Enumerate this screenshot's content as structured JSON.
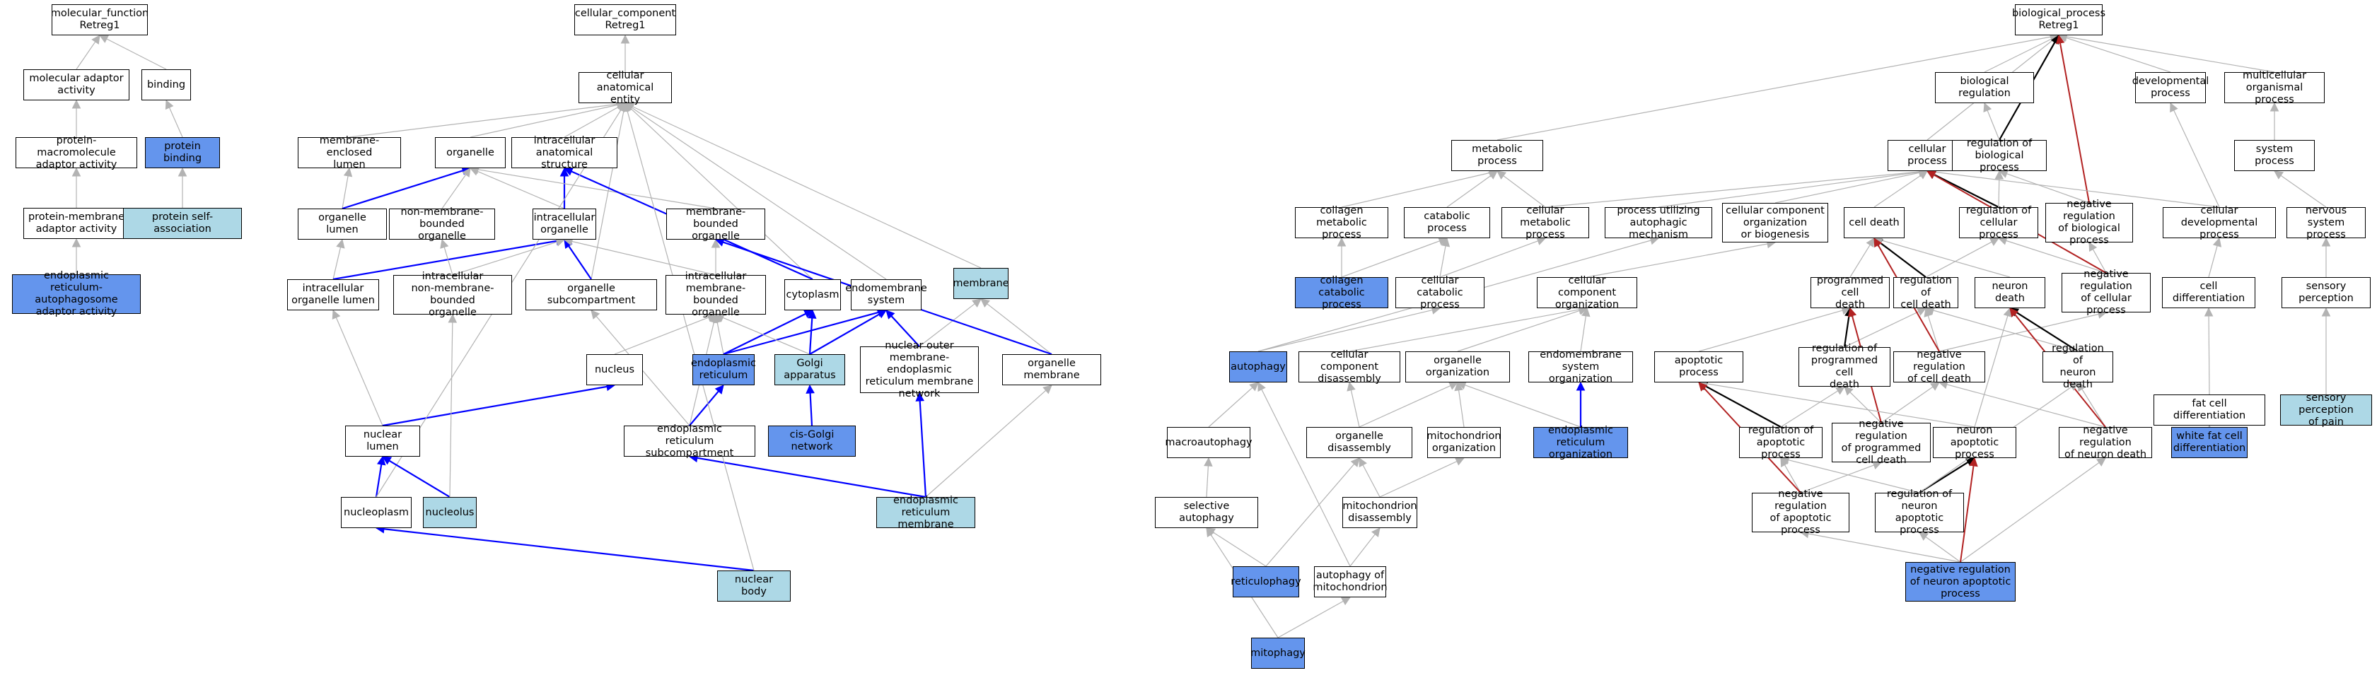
{
  "colors": {
    "node_border": "#000000",
    "annotated": "#6495ed",
    "propagated": "#add8e6",
    "edge_is_a": "#b3b3b3",
    "edge_part_of": "#0000ff",
    "edge_regulates": "#000000",
    "edge_negatively_regulates": "#b22222"
  },
  "nodes": [
    {
      "id": "mf",
      "label": "molecular_function\nRetreg1"
    },
    {
      "id": "mol_adaptor",
      "label": "molecular adaptor\nactivity"
    },
    {
      "id": "binding",
      "label": "binding"
    },
    {
      "id": "prot_macro",
      "label": "protein-macromolecule\nadaptor activity"
    },
    {
      "id": "prot_binding",
      "label": "protein binding",
      "color": "#6495ed"
    },
    {
      "id": "prot_mem_adapt",
      "label": "protein-membrane\nadaptor activity"
    },
    {
      "id": "prot_self",
      "label": "protein self-association",
      "color": "#add8e6"
    },
    {
      "id": "er_autophago",
      "label": "endoplasmic\nreticulum-autophagosome\nadaptor activity",
      "color": "#6495ed"
    },
    {
      "id": "cc",
      "label": "cellular_component\nRetreg1"
    },
    {
      "id": "cae",
      "label": "cellular anatomical\nentity"
    },
    {
      "id": "mem_encl",
      "label": "membrane-enclosed\nlumen"
    },
    {
      "id": "organelle",
      "label": "organelle"
    },
    {
      "id": "ias",
      "label": "intracellular\nanatomical structure"
    },
    {
      "id": "org_lumen",
      "label": "organelle lumen"
    },
    {
      "id": "nmbo",
      "label": "non-membrane-bounded\norganelle"
    },
    {
      "id": "ic_org",
      "label": "intracellular\norganelle"
    },
    {
      "id": "mbo",
      "label": "membrane-bounded\norganelle"
    },
    {
      "id": "ic_org_lumen",
      "label": "intracellular\norganelle lumen"
    },
    {
      "id": "ic_nmbo",
      "label": "intracellular\nnon-membrane-bounded\norganelle"
    },
    {
      "id": "org_sub",
      "label": "organelle subcompartment"
    },
    {
      "id": "ic_mbo",
      "label": "intracellular\nmembrane-bounded\norganelle"
    },
    {
      "id": "cytoplasm",
      "label": "cytoplasm"
    },
    {
      "id": "endomem",
      "label": "endomembrane\nsystem"
    },
    {
      "id": "membrane",
      "label": "membrane",
      "color": "#add8e6"
    },
    {
      "id": "nucleus",
      "label": "nucleus"
    },
    {
      "id": "er",
      "label": "endoplasmic\nreticulum",
      "color": "#6495ed"
    },
    {
      "id": "golgi",
      "label": "Golgi apparatus",
      "color": "#add8e6"
    },
    {
      "id": "nom_er",
      "label": "nuclear outer\nmembrane-endoplasmic\nreticulum membrane\nnetwork"
    },
    {
      "id": "org_mem",
      "label": "organelle membrane"
    },
    {
      "id": "nuc_lumen",
      "label": "nuclear lumen"
    },
    {
      "id": "er_sub",
      "label": "endoplasmic\nreticulum subcompartment"
    },
    {
      "id": "cis_golgi",
      "label": "cis-Golgi network",
      "color": "#6495ed"
    },
    {
      "id": "nucleoplasm",
      "label": "nucleoplasm"
    },
    {
      "id": "nucleolus",
      "label": "nucleolus",
      "color": "#add8e6"
    },
    {
      "id": "er_mem",
      "label": "endoplasmic\nreticulum membrane",
      "color": "#add8e6"
    },
    {
      "id": "nuc_body",
      "label": "nuclear body",
      "color": "#add8e6"
    },
    {
      "id": "bp",
      "label": "biological_process\nRetreg1"
    },
    {
      "id": "bio_reg",
      "label": "biological regulation"
    },
    {
      "id": "dev_proc",
      "label": "developmental\nprocess"
    },
    {
      "id": "multi_org",
      "label": "multicellular\norganismal process"
    },
    {
      "id": "met_proc",
      "label": "metabolic process"
    },
    {
      "id": "cell_proc",
      "label": "cellular process"
    },
    {
      "id": "reg_bio",
      "label": "regulation of\nbiological process"
    },
    {
      "id": "sys_proc",
      "label": "system process"
    },
    {
      "id": "coll_met",
      "label": "collagen metabolic\nprocess"
    },
    {
      "id": "catab",
      "label": "catabolic process"
    },
    {
      "id": "cell_met",
      "label": "cellular metabolic\nprocess"
    },
    {
      "id": "proc_auto",
      "label": "process utilizing\nautophagic mechanism"
    },
    {
      "id": "ccob",
      "label": "cellular component\norganization\nor biogenesis"
    },
    {
      "id": "cell_death",
      "label": "cell death"
    },
    {
      "id": "reg_cell_proc",
      "label": "regulation of\ncellular process"
    },
    {
      "id": "neg_reg_bio",
      "label": "negative regulation\nof biological\nprocess"
    },
    {
      "id": "cell_dev",
      "label": "cellular developmental\nprocess"
    },
    {
      "id": "nerv_sys",
      "label": "nervous system\nprocess"
    },
    {
      "id": "coll_catab",
      "label": "collagen catabolic\nprocess",
      "color": "#6495ed"
    },
    {
      "id": "cell_catab",
      "label": "cellular catabolic\nprocess"
    },
    {
      "id": "cco",
      "label": "cellular component\norganization"
    },
    {
      "id": "prog_death",
      "label": "programmed cell\ndeath"
    },
    {
      "id": "reg_cell_death",
      "label": "regulation of\ncell death"
    },
    {
      "id": "neuron_death",
      "label": "neuron death"
    },
    {
      "id": "neg_reg_cell_proc",
      "label": "negative regulation\nof cellular\nprocess"
    },
    {
      "id": "cell_diff",
      "label": "cell differentiation"
    },
    {
      "id": "sens_perc",
      "label": "sensory perception"
    },
    {
      "id": "autophagy",
      "label": "autophagy",
      "color": "#6495ed"
    },
    {
      "id": "cc_disas",
      "label": "cellular component\ndisassembly"
    },
    {
      "id": "org_org",
      "label": "organelle organization"
    },
    {
      "id": "endomem_org",
      "label": "endomembrane\nsystem organization"
    },
    {
      "id": "apoptotic",
      "label": "apoptotic process"
    },
    {
      "id": "reg_pcd",
      "label": "regulation of\nprogrammed cell\ndeath"
    },
    {
      "id": "neg_reg_cd",
      "label": "negative regulation\nof cell death"
    },
    {
      "id": "reg_nd",
      "label": "regulation of\nneuron death"
    },
    {
      "id": "fat_diff",
      "label": "fat cell differentiation"
    },
    {
      "id": "sens_pain",
      "label": "sensory perception\nof pain",
      "color": "#add8e6"
    },
    {
      "id": "macroauto",
      "label": "macroautophagy"
    },
    {
      "id": "org_disas",
      "label": "organelle disassembly"
    },
    {
      "id": "mito_org",
      "label": "mitochondrion\norganization"
    },
    {
      "id": "er_org",
      "label": "endoplasmic\nreticulum organization",
      "color": "#6495ed"
    },
    {
      "id": "reg_apop",
      "label": "regulation of\napoptotic process"
    },
    {
      "id": "neg_reg_pcd",
      "label": "negative regulation\nof programmed\ncell death"
    },
    {
      "id": "neuron_apop",
      "label": "neuron apoptotic\nprocess"
    },
    {
      "id": "neg_reg_nd",
      "label": "negative regulation\nof neuron death"
    },
    {
      "id": "white_fat",
      "label": "white fat cell\ndifferentiation",
      "color": "#6495ed"
    },
    {
      "id": "sel_auto",
      "label": "selective autophagy"
    },
    {
      "id": "mito_disas",
      "label": "mitochondrion\ndisassembly"
    },
    {
      "id": "neg_reg_apop",
      "label": "negative regulation\nof apoptotic\nprocess"
    },
    {
      "id": "reg_nap",
      "label": "regulation of\nneuron apoptotic\nprocess"
    },
    {
      "id": "reticulophagy",
      "label": "reticulophagy",
      "color": "#6495ed"
    },
    {
      "id": "auto_mito",
      "label": "autophagy of\nmitochondrion"
    },
    {
      "id": "neg_reg_nap",
      "label": "negative regulation\nof neuron apoptotic\nprocess",
      "color": "#6495ed"
    },
    {
      "id": "mitophagy",
      "label": "mitophagy",
      "color": "#6495ed"
    }
  ],
  "edges": [
    [
      "mol_adaptor",
      "mf",
      "is_a"
    ],
    [
      "binding",
      "mf",
      "is_a"
    ],
    [
      "prot_macro",
      "mol_adaptor",
      "is_a"
    ],
    [
      "prot_binding",
      "binding",
      "is_a"
    ],
    [
      "prot_mem_adapt",
      "prot_macro",
      "is_a"
    ],
    [
      "prot_self",
      "prot_binding",
      "is_a"
    ],
    [
      "er_autophago",
      "prot_mem_adapt",
      "is_a"
    ],
    [
      "cae",
      "cc",
      "is_a"
    ],
    [
      "mem_encl",
      "cae",
      "is_a"
    ],
    [
      "organelle",
      "cae",
      "is_a"
    ],
    [
      "ias",
      "cae",
      "is_a"
    ],
    [
      "org_lumen",
      "mem_encl",
      "is_a"
    ],
    [
      "org_lumen",
      "organelle",
      "part_of"
    ],
    [
      "nmbo",
      "organelle",
      "is_a"
    ],
    [
      "ic_org",
      "organelle",
      "is_a"
    ],
    [
      "ic_org",
      "ias",
      "part_of"
    ],
    [
      "mbo",
      "organelle",
      "is_a"
    ],
    [
      "ic_org_lumen",
      "org_lumen",
      "is_a"
    ],
    [
      "ic_org_lumen",
      "ic_org",
      "part_of"
    ],
    [
      "ic_nmbo",
      "nmbo",
      "is_a"
    ],
    [
      "ic_nmbo",
      "ic_org",
      "is_a"
    ],
    [
      "org_sub",
      "cae",
      "is_a"
    ],
    [
      "org_sub",
      "ic_org",
      "part_of"
    ],
    [
      "ic_mbo",
      "mbo",
      "is_a"
    ],
    [
      "ic_mbo",
      "ic_org",
      "is_a"
    ],
    [
      "cytoplasm",
      "cae",
      "is_a"
    ],
    [
      "cytoplasm",
      "ias",
      "part_of"
    ],
    [
      "endomem",
      "cae",
      "is_a"
    ],
    [
      "membrane",
      "cae",
      "is_a"
    ],
    [
      "nucleus",
      "ic_mbo",
      "is_a"
    ],
    [
      "er",
      "ic_mbo",
      "is_a"
    ],
    [
      "er",
      "cytoplasm",
      "part_of"
    ],
    [
      "er",
      "endomem",
      "part_of"
    ],
    [
      "golgi",
      "ic_mbo",
      "is_a"
    ],
    [
      "golgi",
      "cytoplasm",
      "part_of"
    ],
    [
      "golgi",
      "endomem",
      "part_of"
    ],
    [
      "nom_er",
      "endomem",
      "part_of"
    ],
    [
      "nom_er",
      "membrane",
      "is_a"
    ],
    [
      "org_mem",
      "membrane",
      "is_a"
    ],
    [
      "org_mem",
      "mbo",
      "part_of"
    ],
    [
      "nuc_lumen",
      "ic_org_lumen",
      "is_a"
    ],
    [
      "nuc_lumen",
      "nucleus",
      "part_of"
    ],
    [
      "er_sub",
      "org_sub",
      "is_a"
    ],
    [
      "er_sub",
      "ic_mbo",
      "is_a"
    ],
    [
      "er_sub",
      "er",
      "part_of"
    ],
    [
      "cis_golgi",
      "golgi",
      "part_of"
    ],
    [
      "nucleoplasm",
      "nuc_lumen",
      "part_of"
    ],
    [
      "nucleoplasm",
      "cae",
      "is_a"
    ],
    [
      "nucleolus",
      "nuc_lumen",
      "part_of"
    ],
    [
      "nucleolus",
      "ic_nmbo",
      "is_a"
    ],
    [
      "er_mem",
      "er_sub",
      "part_of"
    ],
    [
      "er_mem",
      "nom_er",
      "part_of"
    ],
    [
      "er_mem",
      "org_mem",
      "is_a"
    ],
    [
      "nuc_body",
      "nucleoplasm",
      "part_of"
    ],
    [
      "nuc_body",
      "cae",
      "is_a"
    ],
    [
      "bio_reg",
      "bp",
      "is_a"
    ],
    [
      "dev_proc",
      "bp",
      "is_a"
    ],
    [
      "multi_org",
      "bp",
      "is_a"
    ],
    [
      "met_proc",
      "bp",
      "is_a"
    ],
    [
      "cell_proc",
      "bp",
      "is_a"
    ],
    [
      "reg_bio",
      "bp",
      "regulates"
    ],
    [
      "reg_bio",
      "bio_reg",
      "is_a"
    ],
    [
      "sys_proc",
      "multi_org",
      "is_a"
    ],
    [
      "coll_met",
      "met_proc",
      "is_a"
    ],
    [
      "catab",
      "met_proc",
      "is_a"
    ],
    [
      "cell_met",
      "met_proc",
      "is_a"
    ],
    [
      "cell_met",
      "cell_proc",
      "is_a"
    ],
    [
      "proc_auto",
      "cell_proc",
      "is_a"
    ],
    [
      "ccob",
      "cell_proc",
      "is_a"
    ],
    [
      "cell_death",
      "cell_proc",
      "is_a"
    ],
    [
      "reg_cell_proc",
      "cell_proc",
      "regulates"
    ],
    [
      "reg_cell_proc",
      "reg_bio",
      "is_a"
    ],
    [
      "neg_reg_bio",
      "reg_bio",
      "is_a"
    ],
    [
      "neg_reg_bio",
      "bp",
      "neg_regulates"
    ],
    [
      "cell_dev",
      "cell_proc",
      "is_a"
    ],
    [
      "cell_dev",
      "dev_proc",
      "is_a"
    ],
    [
      "nerv_sys",
      "sys_proc",
      "is_a"
    ],
    [
      "coll_catab",
      "coll_met",
      "is_a"
    ],
    [
      "coll_catab",
      "catab",
      "is_a"
    ],
    [
      "cell_catab",
      "catab",
      "is_a"
    ],
    [
      "cell_catab",
      "cell_met",
      "is_a"
    ],
    [
      "cco",
      "ccob",
      "is_a"
    ],
    [
      "prog_death",
      "cell_death",
      "is_a"
    ],
    [
      "reg_cell_death",
      "cell_death",
      "regulates"
    ],
    [
      "reg_cell_death",
      "reg_cell_proc",
      "is_a"
    ],
    [
      "neuron_death",
      "cell_death",
      "is_a"
    ],
    [
      "neg_reg_cell_proc",
      "reg_cell_proc",
      "is_a"
    ],
    [
      "neg_reg_cell_proc",
      "neg_reg_bio",
      "is_a"
    ],
    [
      "neg_reg_cell_proc",
      "cell_proc",
      "neg_regulates"
    ],
    [
      "cell_diff",
      "cell_dev",
      "is_a"
    ],
    [
      "sens_perc",
      "nerv_sys",
      "is_a"
    ],
    [
      "autophagy",
      "proc_auto",
      "is_a"
    ],
    [
      "autophagy",
      "cell_catab",
      "is_a"
    ],
    [
      "cc_disas",
      "cco",
      "is_a"
    ],
    [
      "org_org",
      "cco",
      "is_a"
    ],
    [
      "endomem_org",
      "cco",
      "is_a"
    ],
    [
      "apoptotic",
      "prog_death",
      "is_a"
    ],
    [
      "reg_pcd",
      "prog_death",
      "regulates"
    ],
    [
      "reg_pcd",
      "reg_cell_death",
      "is_a"
    ],
    [
      "neg_reg_cd",
      "reg_cell_death",
      "is_a"
    ],
    [
      "neg_reg_cd",
      "neg_reg_cell_proc",
      "is_a"
    ],
    [
      "neg_reg_cd",
      "cell_death",
      "neg_regulates"
    ],
    [
      "reg_nd",
      "neuron_death",
      "regulates"
    ],
    [
      "reg_nd",
      "reg_cell_death",
      "is_a"
    ],
    [
      "fat_diff",
      "cell_diff",
      "is_a"
    ],
    [
      "sens_pain",
      "sens_perc",
      "is_a"
    ],
    [
      "macroauto",
      "autophagy",
      "is_a"
    ],
    [
      "org_disas",
      "cc_disas",
      "is_a"
    ],
    [
      "org_disas",
      "org_org",
      "is_a"
    ],
    [
      "mito_org",
      "org_org",
      "is_a"
    ],
    [
      "er_org",
      "org_org",
      "is_a"
    ],
    [
      "er_org",
      "endomem_org",
      "part_of"
    ],
    [
      "reg_apop",
      "apoptotic",
      "regulates"
    ],
    [
      "reg_apop",
      "reg_pcd",
      "is_a"
    ],
    [
      "neg_reg_pcd",
      "reg_pcd",
      "is_a"
    ],
    [
      "neg_reg_pcd",
      "neg_reg_cd",
      "is_a"
    ],
    [
      "neg_reg_pcd",
      "prog_death",
      "neg_regulates"
    ],
    [
      "neuron_apop",
      "neuron_death",
      "is_a"
    ],
    [
      "neuron_apop",
      "apoptotic",
      "is_a"
    ],
    [
      "neg_reg_nd",
      "reg_nd",
      "is_a"
    ],
    [
      "neg_reg_nd",
      "neg_reg_cd",
      "is_a"
    ],
    [
      "neg_reg_nd",
      "neuron_death",
      "neg_regulates"
    ],
    [
      "white_fat",
      "fat_diff",
      "is_a"
    ],
    [
      "sel_auto",
      "macroauto",
      "is_a"
    ],
    [
      "mito_disas",
      "org_disas",
      "is_a"
    ],
    [
      "mito_disas",
      "mito_org",
      "is_a"
    ],
    [
      "neg_reg_apop",
      "reg_apop",
      "is_a"
    ],
    [
      "neg_reg_apop",
      "neg_reg_pcd",
      "is_a"
    ],
    [
      "neg_reg_apop",
      "apoptotic",
      "neg_regulates"
    ],
    [
      "reg_nap",
      "neuron_apop",
      "regulates"
    ],
    [
      "reg_nap",
      "reg_apop",
      "is_a"
    ],
    [
      "reg_nap",
      "reg_nd",
      "is_a"
    ],
    [
      "reticulophagy",
      "sel_auto",
      "is_a"
    ],
    [
      "reticulophagy",
      "org_disas",
      "is_a"
    ],
    [
      "auto_mito",
      "mito_disas",
      "is_a"
    ],
    [
      "auto_mito",
      "autophagy",
      "is_a"
    ],
    [
      "neg_reg_nap",
      "reg_nap",
      "is_a"
    ],
    [
      "neg_reg_nap",
      "neg_reg_apop",
      "is_a"
    ],
    [
      "neg_reg_nap",
      "neg_reg_nd",
      "is_a"
    ],
    [
      "neg_reg_nap",
      "neuron_apop",
      "neg_regulates"
    ],
    [
      "mitophagy",
      "auto_mito",
      "is_a"
    ],
    [
      "mitophagy",
      "sel_auto",
      "is_a"
    ]
  ]
}
